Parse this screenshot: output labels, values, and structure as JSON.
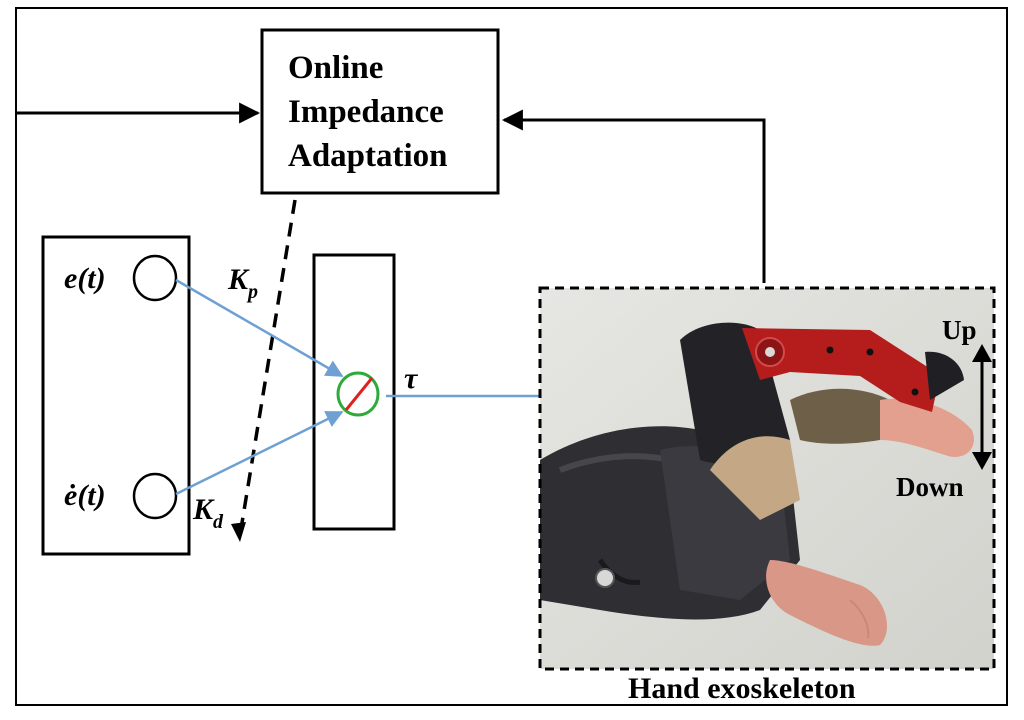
{
  "diagram": {
    "adaptation_box": {
      "lines": [
        "Online",
        "Impedance",
        "Adaptation"
      ]
    },
    "signals": {
      "error": "e(t)",
      "error_derivative": "ė(t)",
      "gain_p": "K",
      "gain_p_sub": "p",
      "gain_d": "K",
      "gain_d_sub": "d",
      "torque": "τ"
    },
    "exoskeleton": {
      "caption": "Hand exoskeleton",
      "up_label": "Up",
      "down_label": "Down"
    },
    "colors": {
      "signal_arrow": "#6fa0d4",
      "summing_circle": "#2eaa3a",
      "summing_slash": "#e02020",
      "exoskeleton_link": "#b51d1d",
      "glove": "#2e2e33"
    }
  }
}
